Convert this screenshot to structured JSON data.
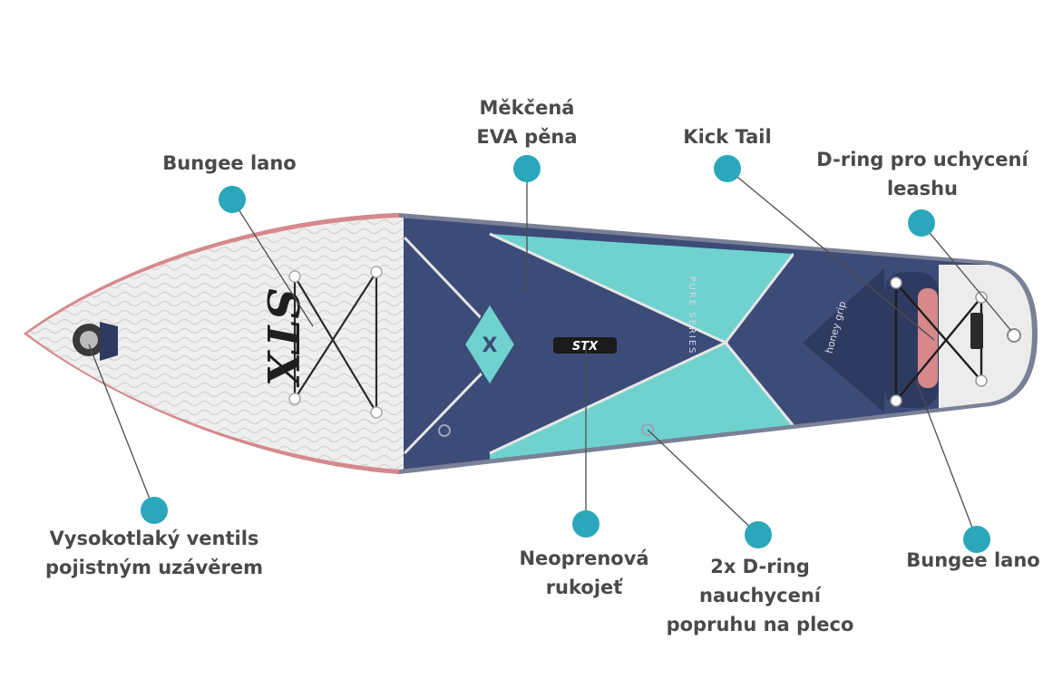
{
  "colors": {
    "label_text": "#4a4a4a",
    "marker": "#2aa7ba",
    "board_white": "#efefef",
    "board_navy": "#3d4b78",
    "board_teal": "#6fd2cf",
    "rail_pink": "#d7888b",
    "rail_gray": "#7a8196"
  },
  "board": {
    "logo_text": "STX",
    "series_text": "PURE SERIES",
    "grip_text": "honey grip",
    "handle_text": "STX"
  },
  "labels": {
    "bungee_front": [
      "Bungee lano"
    ],
    "eva": [
      "Měkčená",
      "EVA pěna"
    ],
    "kicktail": [
      "Kick Tail"
    ],
    "dring_leash": [
      "D-ring pro uchycení",
      "leashu"
    ],
    "valve": [
      "Vysokotlaký ventils",
      "pojistným uzávěrem"
    ],
    "handle": [
      "Neoprenová",
      "rukojeť"
    ],
    "dring_strap": [
      "2x D-ring",
      "nauchycení",
      "popruhu na pleco"
    ],
    "bungee_rear": [
      "Bungee lano"
    ]
  }
}
